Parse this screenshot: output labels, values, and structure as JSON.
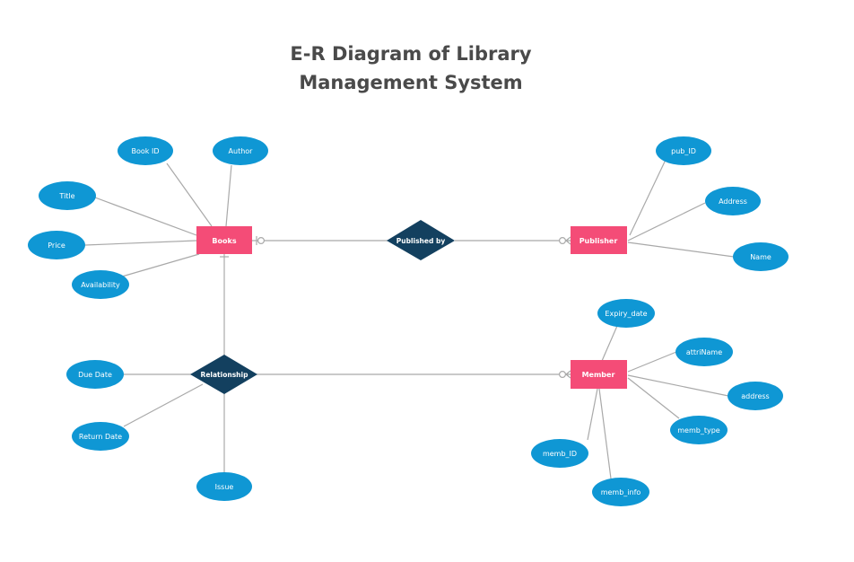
{
  "title": {
    "line1": "E-R Diagram of Library",
    "line2": "Management System"
  },
  "colors": {
    "attribute": "#0f97d4",
    "entity": "#f44c77",
    "relationship": "#13405f",
    "line": "#a9a9a9",
    "title": "#4a4a4a"
  },
  "entities": {
    "books": "Books",
    "publisher": "Publisher",
    "member": "Member"
  },
  "relationships": {
    "published_by": "Published by",
    "relationship": "Relationship"
  },
  "attributes": {
    "book_id": "Book ID",
    "author": "Author",
    "title": "Title",
    "price": "Price",
    "availability": "Availability",
    "pub_id": "pub_ID",
    "address_pub": "Address",
    "name": "Name",
    "expiry_date": "Expiry_date",
    "attri_name": "attriName",
    "address_member": "address",
    "memb_type": "memb_type",
    "memb_id": "memb_ID",
    "memb_info": "memb_info",
    "due_date": "Due Date",
    "return_date": "Return Date",
    "issue": "Issue"
  }
}
